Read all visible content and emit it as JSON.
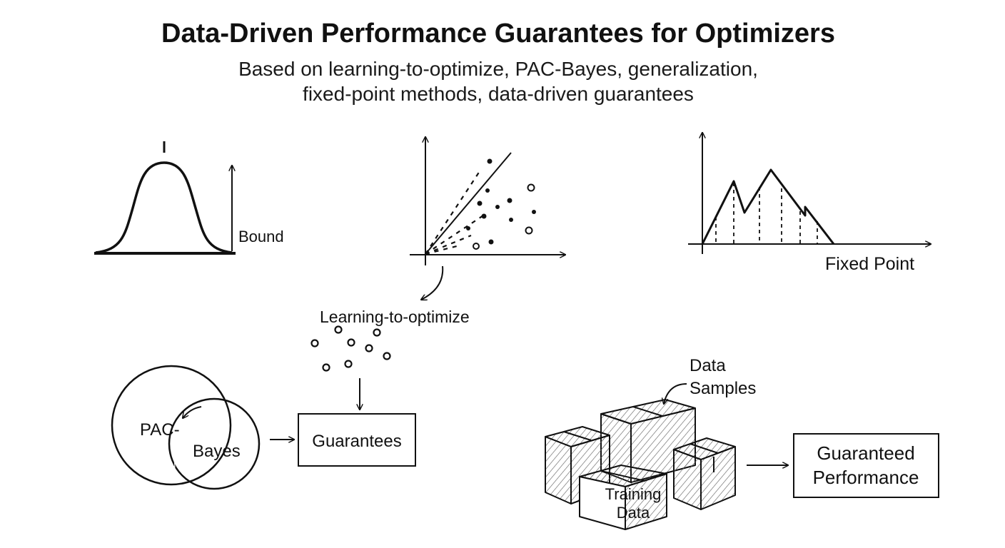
{
  "title": "Data-Driven Performance Guarantees for Optimizers",
  "subtitle_line1": "Based on learning-to-optimize, PAC-Bayes, generalization,",
  "subtitle_line2": "fixed-point methods, data-driven guarantees",
  "labels": {
    "bound": "Bound",
    "fixed_point": "Fixed Point",
    "learning_to_optimize": "Learning-to-optimize",
    "pac": "PAC-",
    "bayes": "Bayes",
    "guarantees": "Guarantees",
    "data_samples_line1": "Data",
    "data_samples_line2": "Samples",
    "training_data_line1": "Training",
    "training_data_line2": "Data",
    "guaranteed_performance_line1": "Guaranteed",
    "guaranteed_performance_line2": "Performance"
  },
  "colors": {
    "ink": "#111111",
    "background": "#ffffff",
    "hatch": "#555555"
  }
}
